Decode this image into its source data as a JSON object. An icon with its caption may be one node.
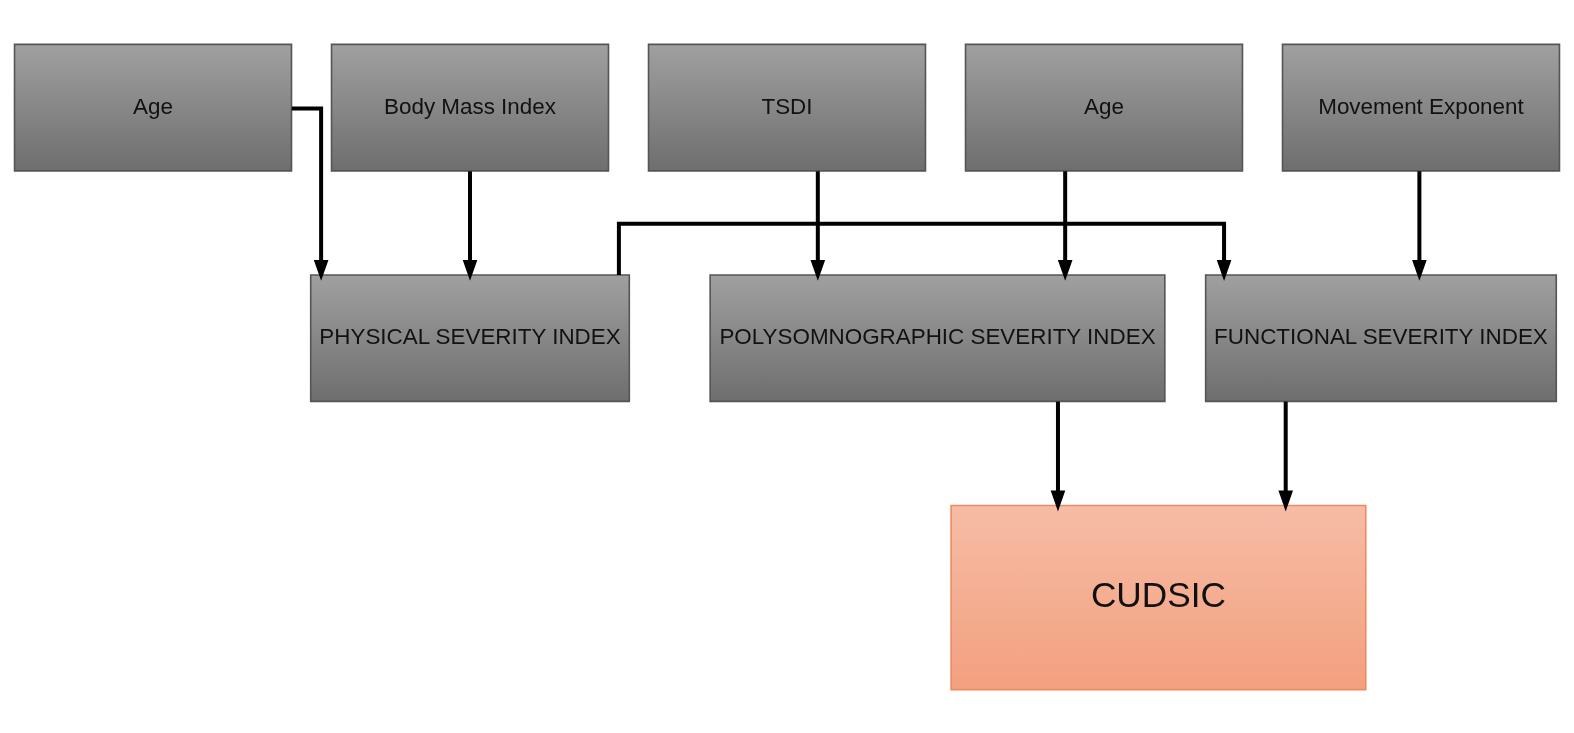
{
  "diagram": {
    "nodes": [
      {
        "text": [
          "Age"
        ]
      },
      {
        "text": [
          "Body Mass Index"
        ]
      },
      {
        "text": [
          "Movement Exponent"
        ]
      },
      {
        "text": [
          "TSDI"
        ]
      },
      {
        "text": [
          "Age"
        ]
      },
      {
        "text": [
          "PHYSICAL SEVERITY INDEX"
        ]
      },
      {
        "text": [
          "FUNCTIONAL SEVERITY INDEX"
        ]
      },
      {
        "text": [
          "POLYSOMNOGRAPHIC SEVERITY INDEX"
        ]
      },
      {
        "text": [
          "CUDSIC"
        ]
      }
    ],
    "edges": [
      {
        "from": 0,
        "to": 5,
        "arrow": "to"
      },
      {
        "from": 1,
        "to": 5,
        "arrow": "to"
      },
      {
        "from": 2,
        "to": 6,
        "arrow": "to"
      },
      {
        "from": 3,
        "to": 7,
        "arrow": "to"
      },
      {
        "from": 4,
        "to": 7,
        "arrow": "to"
      },
      {
        "from": 5,
        "to": 6,
        "arrow": "to"
      },
      {
        "from": 6,
        "to": 8,
        "arrow": "to"
      },
      {
        "from": 7,
        "to": 8,
        "arrow": "to"
      }
    ]
  }
}
